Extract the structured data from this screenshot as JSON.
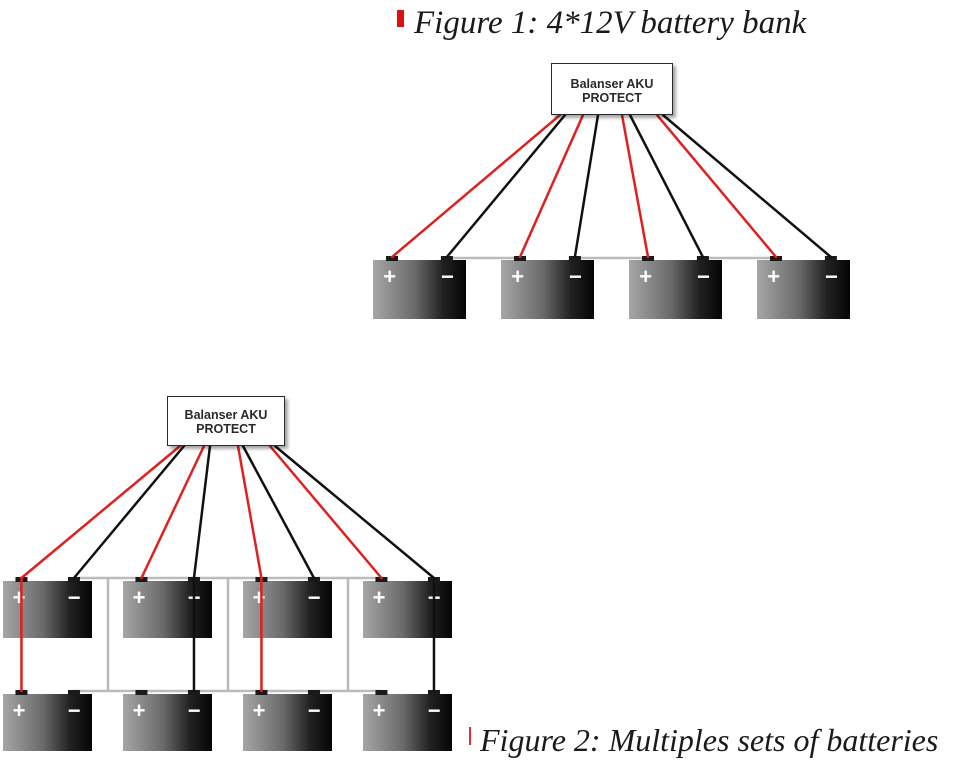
{
  "figure1": {
    "caption": "Figure 1: 4*12V battery bank",
    "box_line1": "Balanser AKU",
    "box_line2": "PROTECT"
  },
  "figure2": {
    "caption": "Figure 2: Multiples sets of batteries",
    "box_line1": "Balanser AKU",
    "box_line2": "PROTECT"
  },
  "battery": {
    "plus_symbol": "+",
    "minus_symbol": "−"
  },
  "colors": {
    "positive_wire": "#e02020",
    "negative_wire": "#111111",
    "link_wire": "#bbbbbb",
    "accent": "#e01010"
  }
}
